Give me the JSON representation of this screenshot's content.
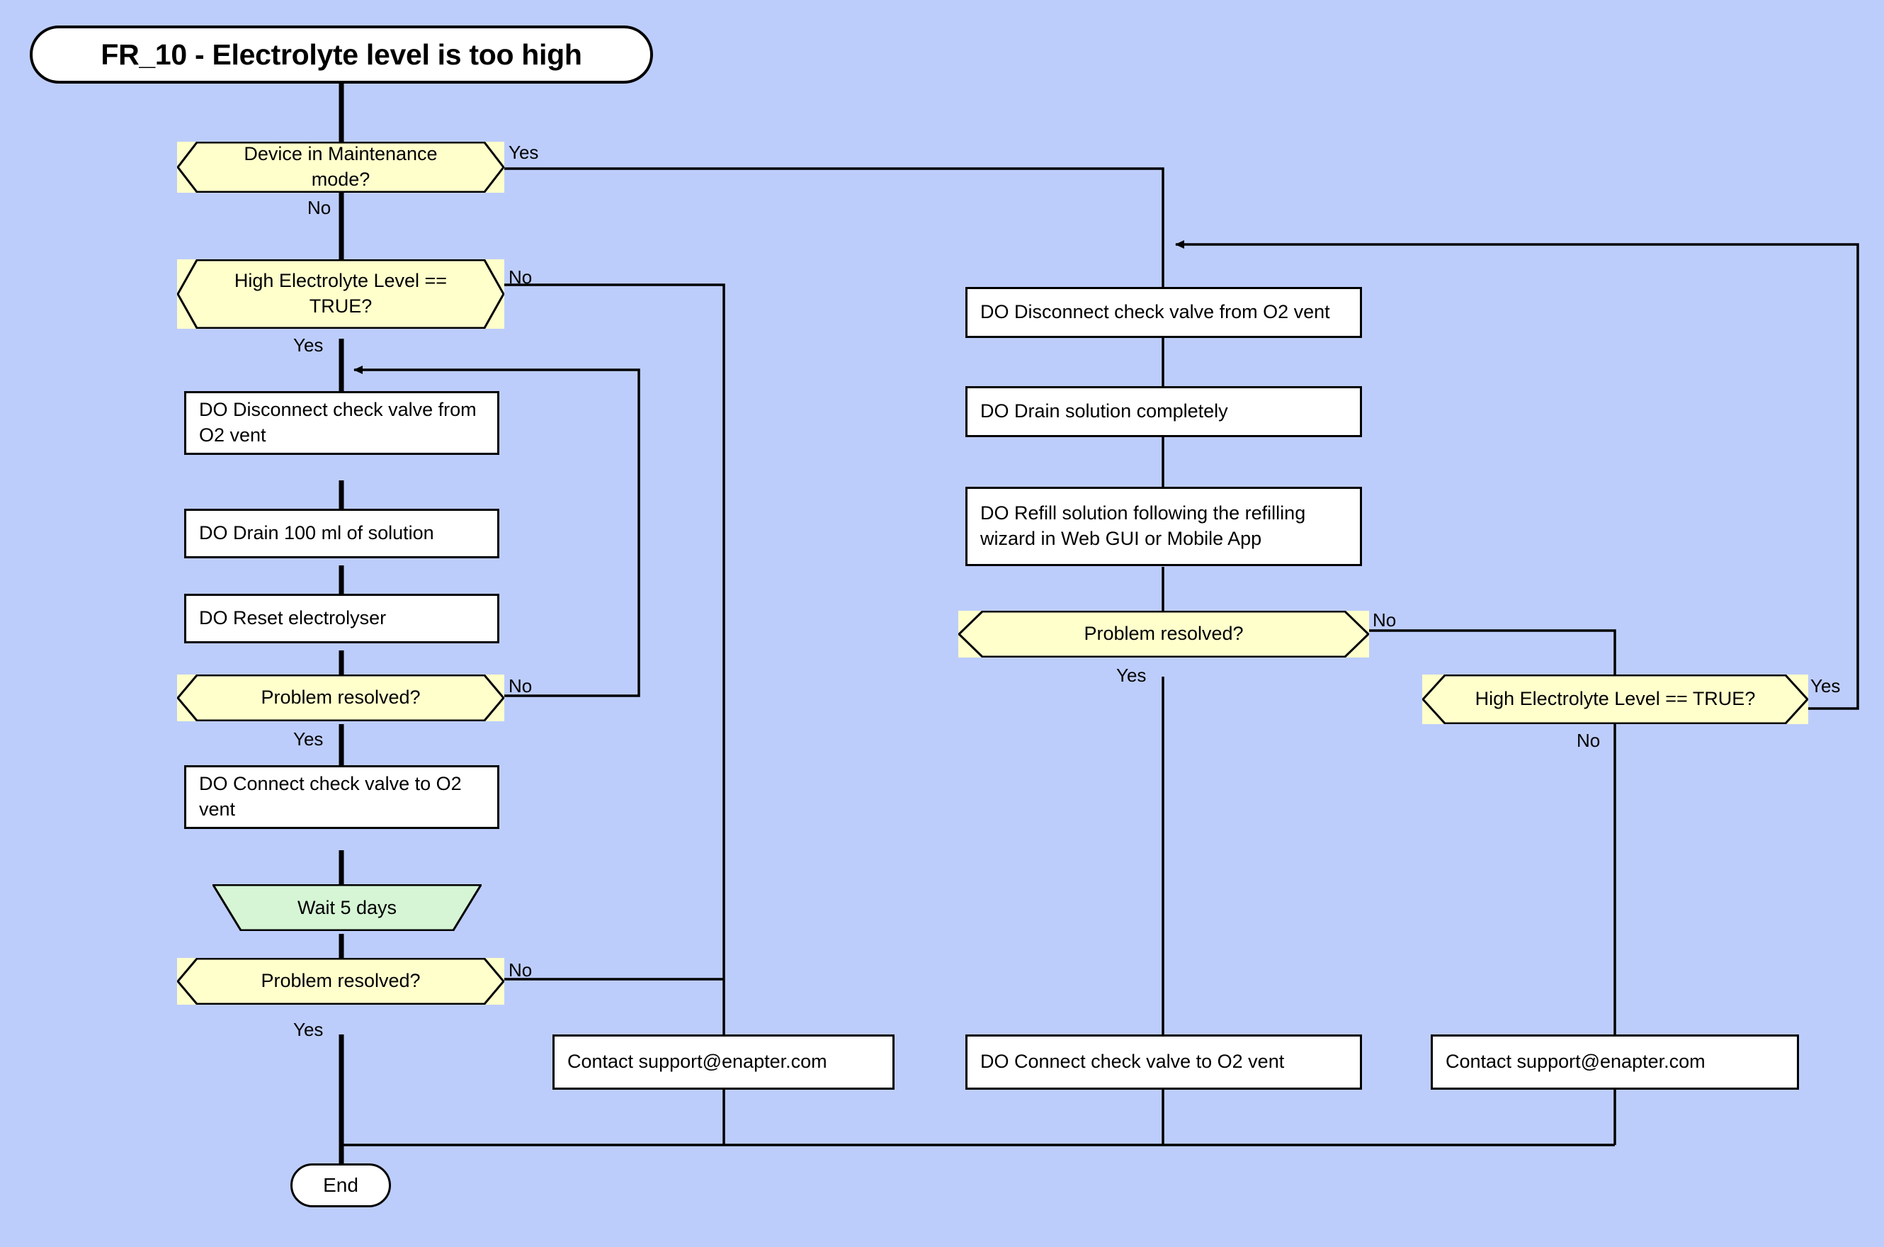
{
  "diagram": {
    "title": "FR_10 - Electrolyte level is too high",
    "background_color": "#bdcdfb",
    "decision_fill": "#ffffcc",
    "process_fill": "#ffffff",
    "delay_fill": "#d5f5d5",
    "stroke_color": "#000000"
  },
  "nodes": {
    "start": {
      "label": "FR_10 - Electrolyte level is too high",
      "shape": "terminator"
    },
    "maintenance_check": {
      "label": "Device in Maintenance mode?",
      "shape": "decision"
    },
    "high_level_check_left": {
      "label": "High Electrolyte Level == TRUE?",
      "shape": "decision"
    },
    "disconnect_left": {
      "label": "DO Disconnect check valve from O2 vent",
      "shape": "process"
    },
    "drain_100": {
      "label": "DO Drain 100 ml of solution",
      "shape": "process"
    },
    "reset_electrolyser": {
      "label": "DO Reset electrolyser",
      "shape": "process"
    },
    "resolved_1": {
      "label": "Problem resolved?",
      "shape": "decision"
    },
    "connect_left": {
      "label": "DO Connect check valve to O2 vent",
      "shape": "process"
    },
    "wait_5_days": {
      "label": "Wait 5 days",
      "shape": "delay"
    },
    "resolved_2": {
      "label": "Problem resolved?",
      "shape": "decision"
    },
    "support_left": {
      "label": "Contact support@enapter.com",
      "shape": "process"
    },
    "end": {
      "label": "End",
      "shape": "terminator"
    },
    "disconnect_mid": {
      "label": "DO Disconnect check valve from O2 vent",
      "shape": "process"
    },
    "drain_complete": {
      "label": "DO Drain solution completely",
      "shape": "process"
    },
    "refill": {
      "label": "DO Refill solution following the refilling wizard in Web GUI or Mobile App",
      "shape": "process"
    },
    "resolved_3": {
      "label": "Problem resolved?",
      "shape": "decision"
    },
    "connect_mid": {
      "label": "DO Connect check valve to O2 vent",
      "shape": "process"
    },
    "high_level_check_right": {
      "label": "High Electrolyte Level == TRUE?",
      "shape": "decision"
    },
    "support_right": {
      "label": "Contact support@enapter.com",
      "shape": "process"
    }
  },
  "edge_labels": {
    "maintenance_yes": "Yes",
    "maintenance_no": "No",
    "high_left_no": "No",
    "high_left_yes": "Yes",
    "resolved1_no": "No",
    "resolved1_yes": "Yes",
    "resolved2_no": "No",
    "resolved2_yes": "Yes",
    "resolved3_no": "No",
    "resolved3_yes": "Yes",
    "high_right_yes": "Yes",
    "high_right_no": "No"
  }
}
